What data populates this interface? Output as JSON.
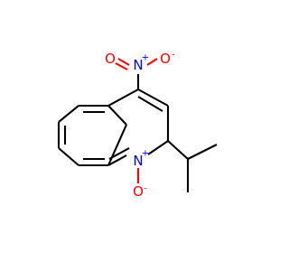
{
  "molecule": {
    "atoms": {
      "nitro_n": {
        "symbol": "N",
        "charge": "+",
        "color": "#0000ff"
      },
      "nitro_o_double": {
        "symbol": "O",
        "charge": "",
        "color": "#ff0000"
      },
      "nitro_o_minus": {
        "symbol": "O",
        "charge": "-",
        "color": "#ff0000"
      },
      "ring_n": {
        "symbol": "N",
        "charge": "+",
        "color": "#0000ff"
      },
      "n_oxide_o": {
        "symbol": "O",
        "charge": "-",
        "color": "#ff0000"
      }
    }
  }
}
